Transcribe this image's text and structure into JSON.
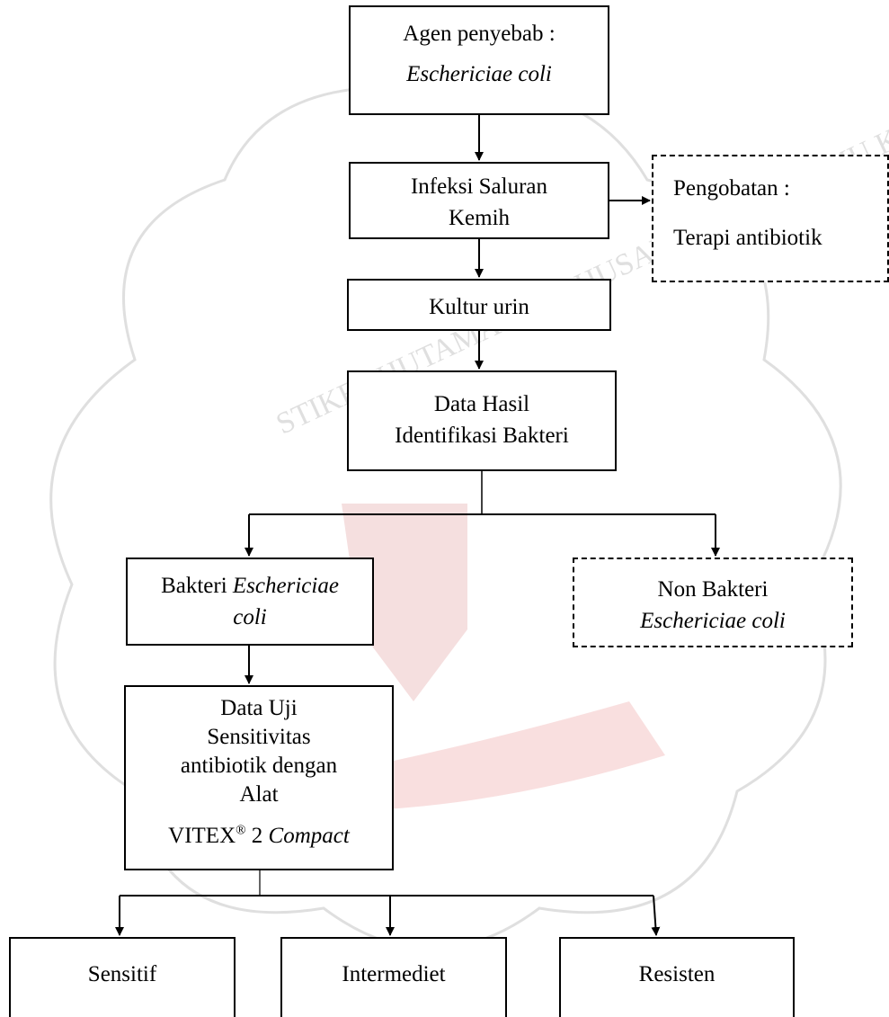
{
  "agent": {
    "label": "Agen penyebab :",
    "organism": "Eschericiae coli"
  },
  "infection": {
    "line1": "Infeksi Saluran",
    "line2": "Kemih"
  },
  "treatment": {
    "label": "Pengobatan :",
    "value": "Terapi antibiotik"
  },
  "culture": {
    "label": "Kultur urin"
  },
  "identification": {
    "line1": "Data Hasil",
    "line2": "Identifikasi Bakteri"
  },
  "ecoli_branch": {
    "prefix": "Bakteri ",
    "organism_part1": "Eschericiae",
    "organism_part2": "coli"
  },
  "non_ecoli_branch": {
    "line1": "Non Bakteri",
    "organism": "Eschericiae coli"
  },
  "sensitivity_test": {
    "lines": [
      "Data Uji",
      "Sensitivitas",
      "antibiotik dengan",
      "Alat"
    ],
    "device_name": "VITEX",
    "device_mark": "®",
    "device_model": " 2 ",
    "device_variant": "Compact"
  },
  "results": {
    "sensitive": "Sensitif",
    "intermediate": "Intermediet",
    "resistant": "Resisten"
  },
  "watermark": {
    "text": "STIKES HUTAMA ABDI HUSADA TINGGI ILMU KESEHATAN"
  }
}
